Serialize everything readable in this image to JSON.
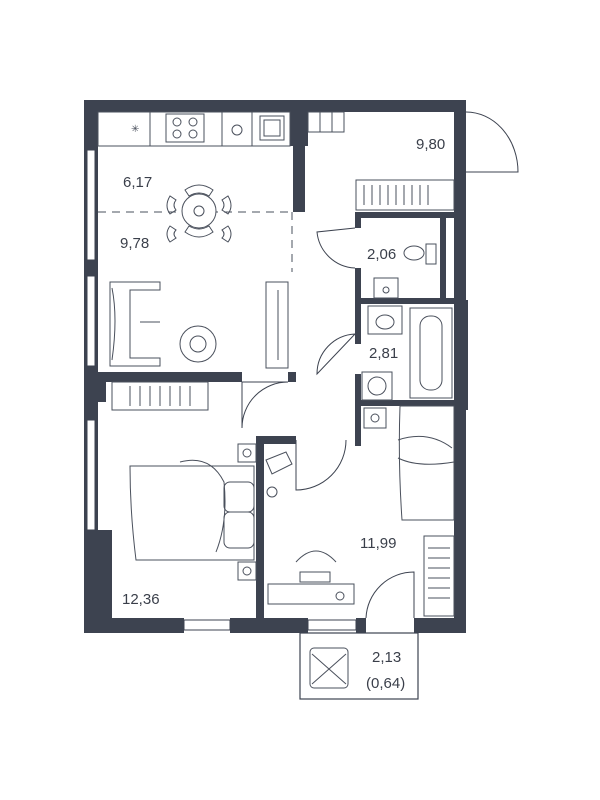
{
  "floorplan": {
    "rooms": [
      {
        "id": "kitchen",
        "area": "6,17"
      },
      {
        "id": "living",
        "area": "9,78"
      },
      {
        "id": "hallway",
        "area": "9,80"
      },
      {
        "id": "wc",
        "area": "2,06"
      },
      {
        "id": "bathroom",
        "area": "2,81"
      },
      {
        "id": "bedroom-2",
        "area": "11,99"
      },
      {
        "id": "bedroom-1",
        "area": "12,36"
      },
      {
        "id": "balcony",
        "area": "2,13",
        "coef_area": "(0,64)"
      }
    ],
    "colors": {
      "wall": "#3d4350",
      "line": "#4a505c",
      "text": "#3a3f4a"
    }
  }
}
